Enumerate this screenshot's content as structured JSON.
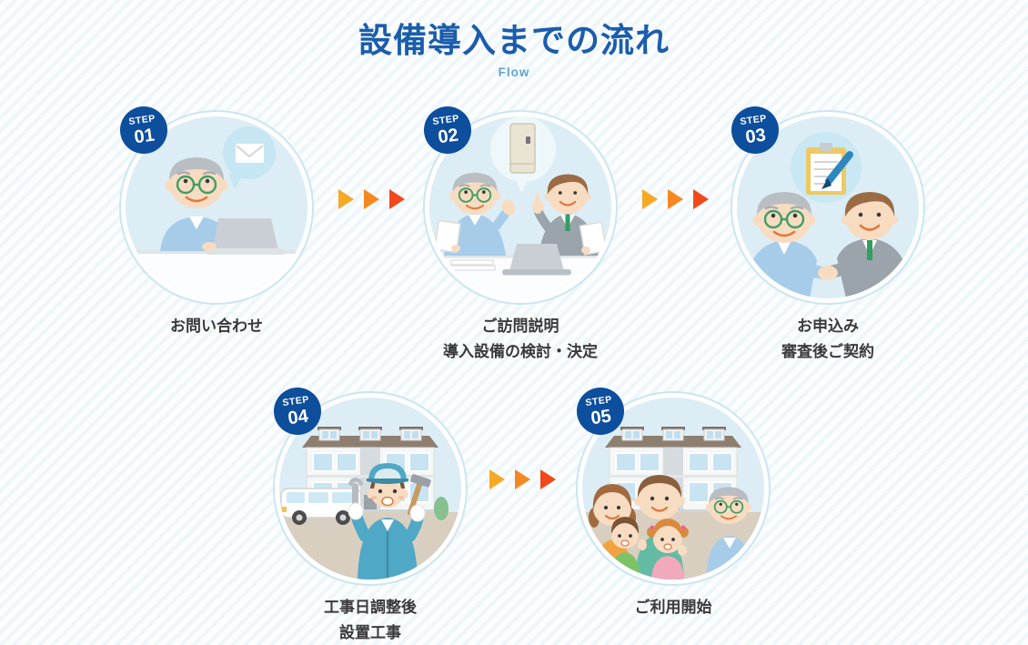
{
  "header": {
    "title": "設備導入までの流れ",
    "subtitle": "Flow"
  },
  "steps": [
    {
      "label": "STEP",
      "number": "01",
      "captions": [
        "お問い合わせ"
      ],
      "illustration": "senior-man-at-laptop-with-email-bubble"
    },
    {
      "label": "STEP",
      "number": "02",
      "captions": [
        "ご訪問説明",
        "導入設備の検討・決定"
      ],
      "illustration": "visit-explanation-two-men-with-equipment-bubble"
    },
    {
      "label": "STEP",
      "number": "03",
      "captions": [
        "お申込み",
        "審査後ご契約"
      ],
      "illustration": "handshake-with-contract-clipboard-bubble"
    },
    {
      "label": "STEP",
      "number": "04",
      "captions": [
        "工事日調整後",
        "設置工事"
      ],
      "illustration": "worker-with-tools-in-front-of-building"
    },
    {
      "label": "STEP",
      "number": "05",
      "captions": [
        "ご利用開始"
      ],
      "illustration": "family-in-front-of-home"
    }
  ],
  "connectors": {
    "arrows_per_connector": 3,
    "arrow_colors": [
      "#f7a824",
      "#f6881f",
      "#f2481c"
    ]
  },
  "theme": {
    "title_blue": "#1b5dac",
    "subtitle_blue": "#63a2d2",
    "badge_blue": "#0d4e9d",
    "caption_color": "#3a3a3a",
    "circle_fill": "#dcedf5",
    "circle_ring": "#cbe6f0",
    "background_stripe": "#eef6fa"
  }
}
